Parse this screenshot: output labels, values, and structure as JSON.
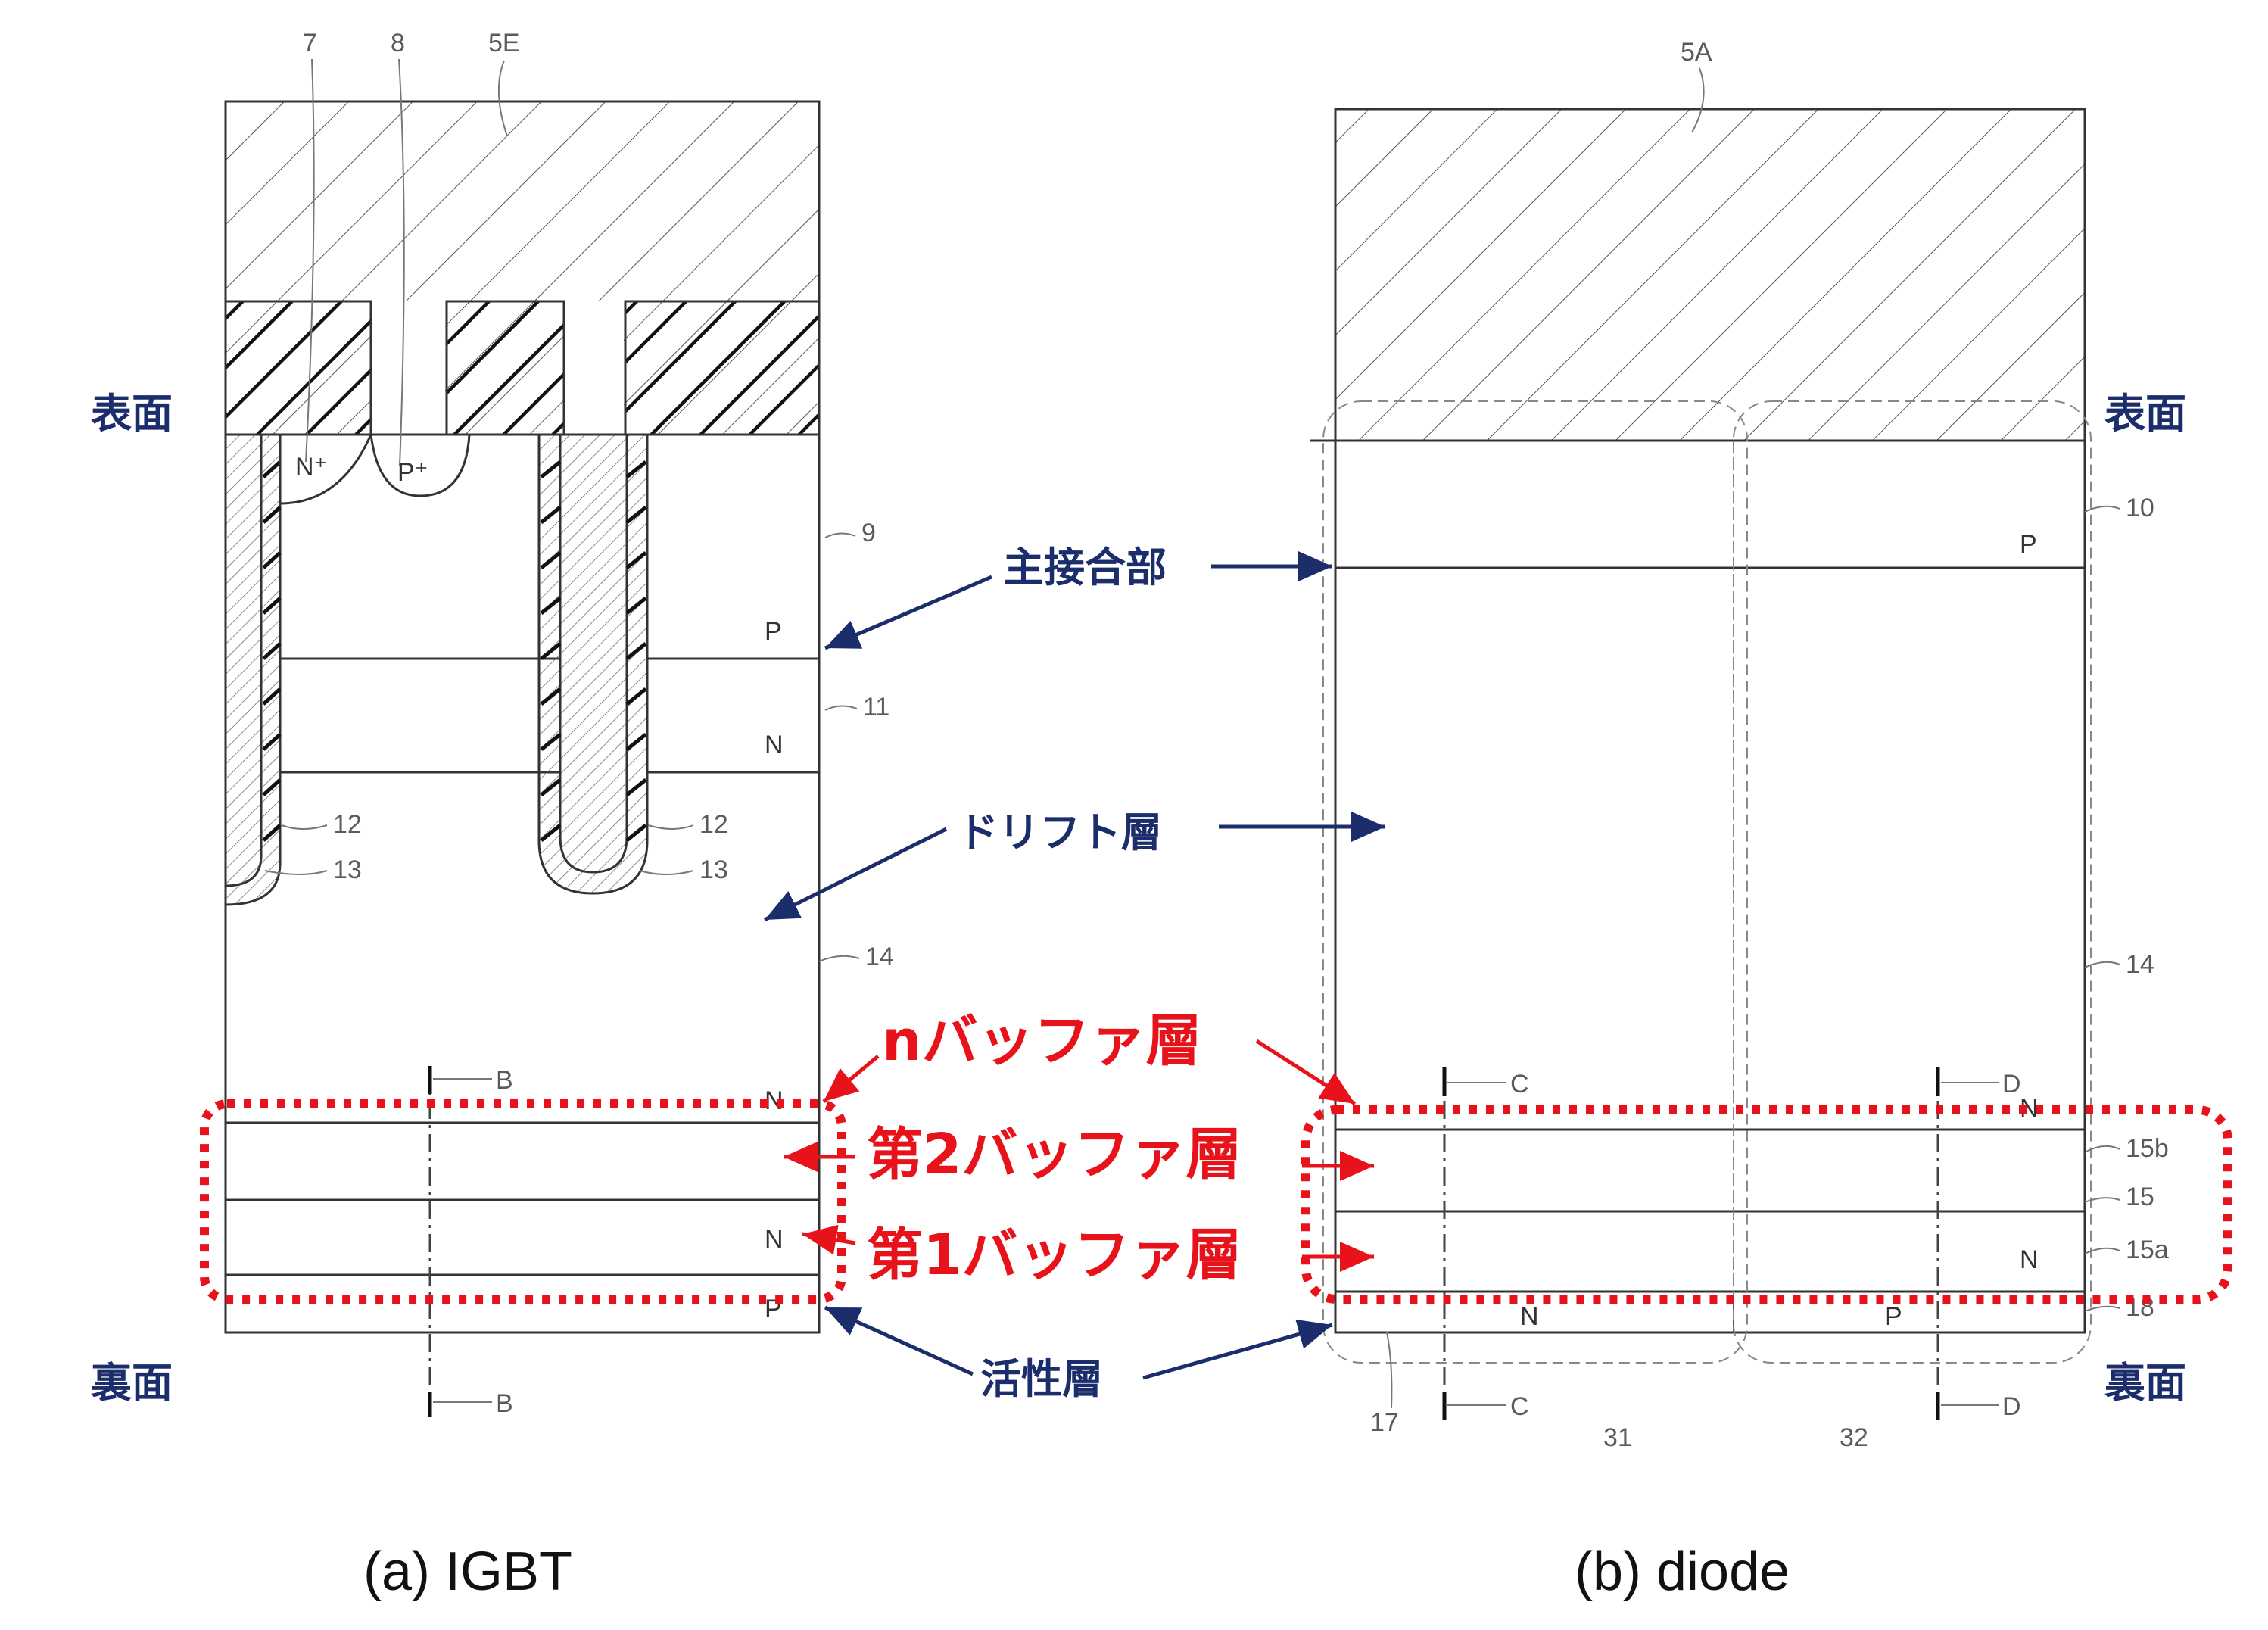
{
  "labels": {
    "surface_left": "表面",
    "surface_right": "表面",
    "back_left": "裏面",
    "back_right": "裏面",
    "main_junction": "主接合部",
    "drift_layer": "ドリフト層",
    "active_layer": "活性層"
  },
  "red_labels": {
    "n_buffer": "nバッファ層",
    "second_buffer": "第2バッファ層",
    "first_buffer": "第1バッファ層"
  },
  "captions": {
    "igbt": "(a) IGBT",
    "diode": "(b) diode"
  },
  "igbt": {
    "ref_7": "7",
    "ref_8": "8",
    "ref_5E": "5E",
    "ref_9": "9",
    "ref_11": "11",
    "ref_12a": "12",
    "ref_13a": "13",
    "ref_12b": "12",
    "ref_13b": "13",
    "ref_14": "14",
    "layer_P": "P",
    "layer_N": "N",
    "layer_Nbuf": "N",
    "layer_N1": "N",
    "layer_Pback": "P",
    "region_N": "N⁺",
    "region_P": "P⁺",
    "section_top": "B",
    "section_bottom": "B"
  },
  "diode": {
    "ref_5A": "5A",
    "ref_10": "10",
    "ref_14": "14",
    "ref_15b": "15b",
    "ref_15": "15",
    "ref_15a": "15a",
    "ref_18": "18",
    "ref_17": "17",
    "ref_31": "31",
    "ref_32": "32",
    "layer_P": "P",
    "layer_Nbuf": "N",
    "layer_N1": "N",
    "back_N": "N",
    "back_P": "P",
    "section_C_top": "C",
    "section_C_bottom": "C",
    "section_D_top": "D",
    "section_D_bottom": "D"
  },
  "colors": {
    "navy": "#1b2e6b",
    "red": "#e8121b"
  }
}
